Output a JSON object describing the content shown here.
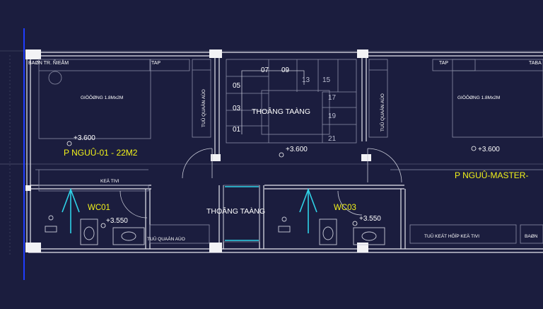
{
  "plan": {
    "colors": {
      "background": "#1b1d3e",
      "wall_line": "#e6e6ee",
      "fixture_line": "#8d90a8",
      "room_label": "#f3f31a",
      "glass": "#2fd3e8",
      "axis": "#1f3dff"
    },
    "labels": {
      "bed_head_left": "BAØN TR. ÑIEÅM",
      "tap_left": "TAP",
      "bed_left": "GIÖÔØNG 1.8Mx2M",
      "wardrobe_left": "TUÛ QUAÀN AÙO",
      "tv_shelf": "KEÄ TIVI",
      "wardrobe_bottom": "TUÛ QUAÀN AÙO",
      "stair_void": "THOÂNG TAÀNG",
      "void_bottom": "THOÂNG TAÀNG",
      "wardrobe_right": "TUÛ QUAÀN AÙO",
      "tap_right": "TAP",
      "table_right": "TABA",
      "bed_right": "GIÖÔØNG 1.8Mx2M",
      "tv_cabinet_right": "TUÛ KEÁT HÔÏP KEÄ TIVI",
      "corner_right": "BAØN"
    },
    "rooms": {
      "bedroom_1": "P NGUÛ-01 - 22M2",
      "master": "P NGUÛ-MASTER-",
      "wc01": "WC01",
      "wc03": "WC03"
    },
    "elevations": {
      "bedroom_1": "+3.600",
      "stair": "+3.600",
      "master": "+3.600",
      "wc01": "+3.550",
      "wc03": "+3.550"
    },
    "stair_steps": {
      "s01": "01",
      "s03": "03",
      "s05": "05",
      "s07": "07",
      "s09": "09",
      "s13": "13",
      "s15": "15",
      "s17": "17",
      "s19": "19",
      "s21": "21"
    }
  }
}
